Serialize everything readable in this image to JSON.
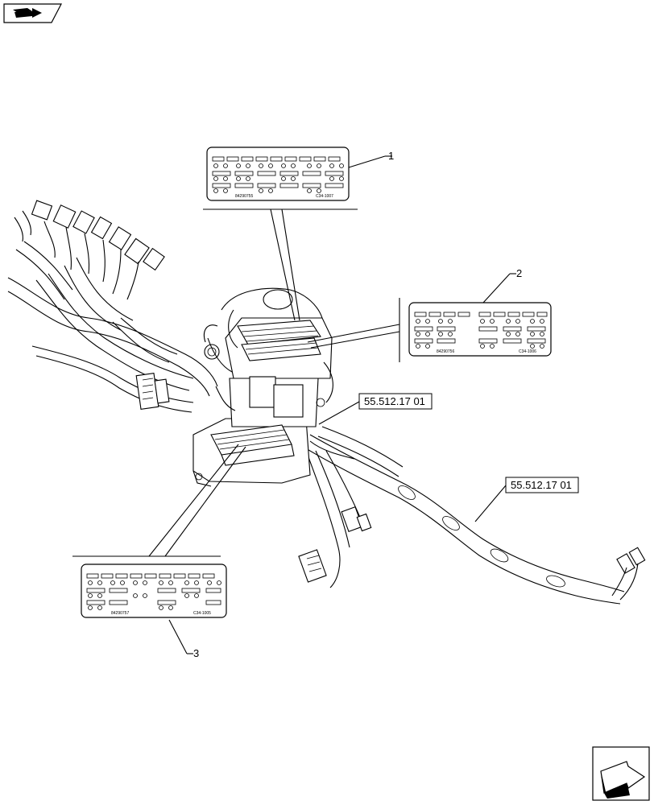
{
  "callouts": {
    "item1": "1",
    "item2": "2",
    "item3": "3"
  },
  "references": {
    "upper": "55.512.17 01",
    "right": "55.512.17 01"
  },
  "labels": {
    "label1_left": "84290755",
    "label1_right": "C34-1007",
    "label2_left": "84290756",
    "label2_right": "C34-1006",
    "label3_left": "84290757",
    "label3_right": "C34-1005"
  },
  "icons": {
    "top_left": "manual-book-arrow-icon",
    "bottom_right": "next-page-arrow-icon"
  }
}
